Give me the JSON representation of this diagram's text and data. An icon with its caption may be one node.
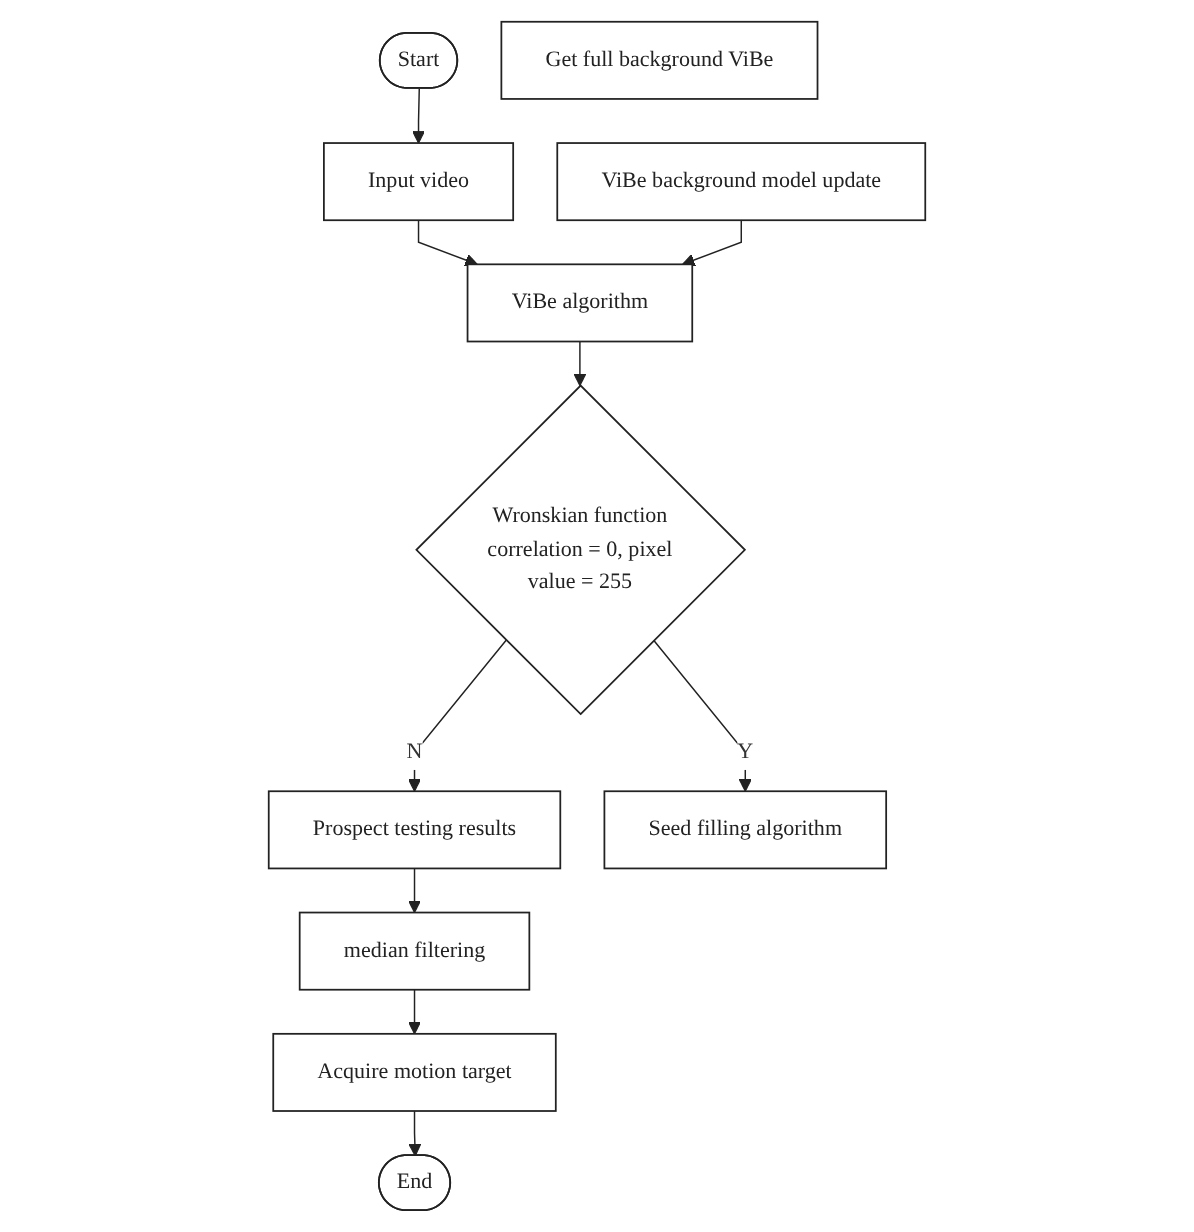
{
  "diagram": {
    "nodes": [
      {
        "text": [
          "Start"
        ]
      },
      {
        "text": [
          "Input video"
        ]
      },
      {
        "text": [
          "ViBe algorithm"
        ]
      },
      {
        "text": [
          "Wronskian function correlation = 0, pixel value = 255"
        ]
      },
      {
        "text": [
          "Prospect testing results"
        ]
      },
      {
        "text": [
          "median filtering"
        ]
      },
      {
        "text": [
          "Acquire motion target"
        ]
      },
      {
        "text": [
          "End"
        ]
      },
      {
        "text": [
          "Seed filling algorithm"
        ]
      },
      {
        "text": [
          "Get full background ViBe"
        ]
      },
      {
        "text": [
          "ViBe background model update"
        ]
      }
    ],
    "edges": [
      {
        "from": 0,
        "to": 1,
        "arrow": "to"
      },
      {
        "from": 1,
        "to": 2,
        "arrow": "to"
      },
      {
        "from": 2,
        "to": 3,
        "arrow": "to"
      },
      {
        "from": 3,
        "to": 4,
        "arrow": "to",
        "label": "N"
      },
      {
        "from": 4,
        "to": 5,
        "arrow": "to"
      },
      {
        "from": 5,
        "to": 6,
        "arrow": "to"
      },
      {
        "from": 6,
        "to": 7,
        "arrow": "to"
      },
      {
        "from": 3,
        "to": 8,
        "arrow": "to",
        "label": "Y"
      },
      {
        "from": 10,
        "to": 2,
        "arrow": "to"
      }
    ]
  }
}
